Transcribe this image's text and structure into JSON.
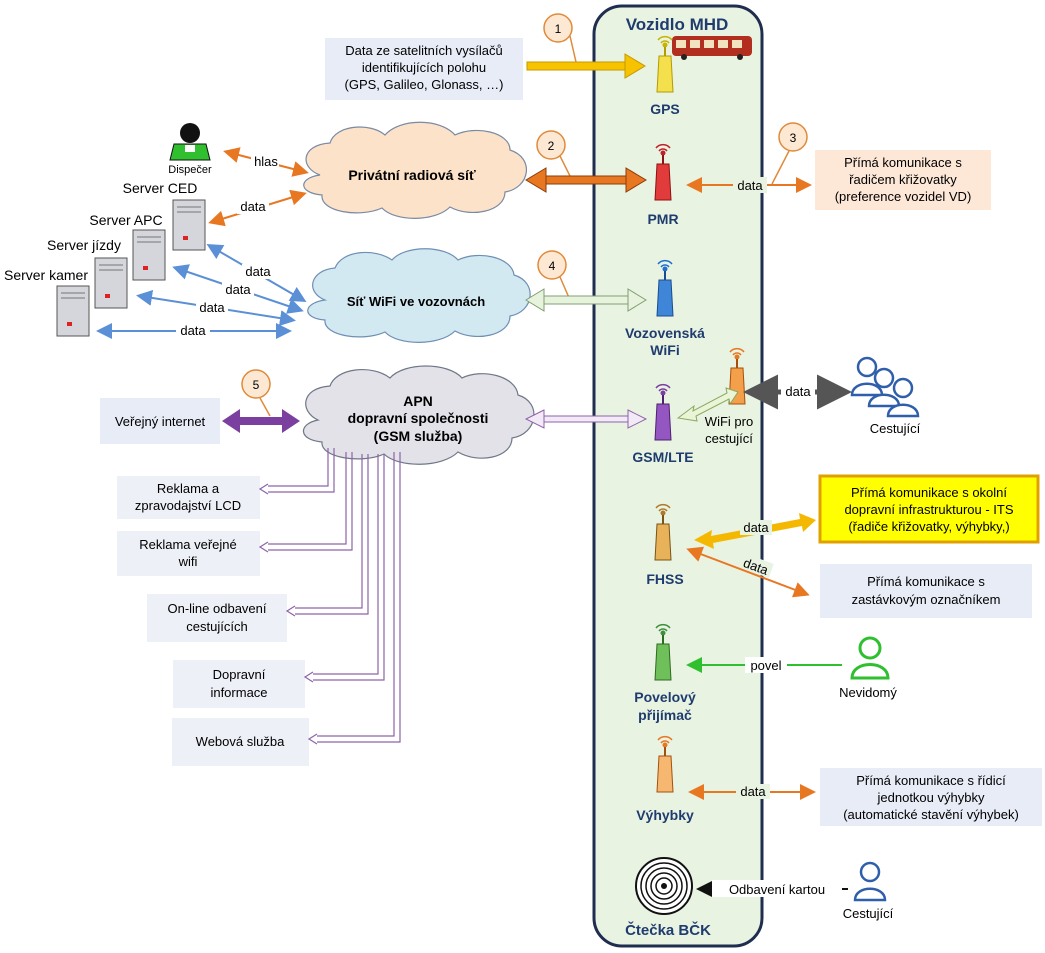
{
  "vehicle": {
    "title": "Vozidlo MHD"
  },
  "badges": [
    "1",
    "2",
    "3",
    "4",
    "5"
  ],
  "antennas": {
    "gps": "GPS",
    "pmr": "PMR",
    "wifi_line1": "Vozovenská",
    "wifi_line2": "WiFi",
    "gsm": "GSM/LTE",
    "fhss": "FHSS",
    "povel_line1": "Povelový",
    "povel_line2": "přijímač",
    "vyhybky": "Výhybky",
    "bck": "Čtečka BČK",
    "wifi_pass_line1": "WiFi pro",
    "wifi_pass_line2": "cestující"
  },
  "satellite_box": [
    "Data ze satelitních vysílačů",
    "identifikujících polohu",
    "(GPS, Galileo, Glonass, …)"
  ],
  "box3": [
    "Přímá komunikace s",
    "řadičem křižovatky",
    "(preference vozidel VD)"
  ],
  "its_box": [
    "Přímá komunikace s okolní",
    "dopravní infrastrukturou - ITS",
    "(řadiče křižovatky, výhybky,)"
  ],
  "stop_box": [
    "Přímá komunikace s",
    "zastávkovým označníkem"
  ],
  "switch_box": [
    "Přímá komunikace s řídicí",
    "jednotkou výhybky",
    "(automatické stavění výhybek)"
  ],
  "clouds": {
    "radio": "Privátní radiová síť",
    "wifi": "Síť WiFi ve vozovnách",
    "apn": [
      "APN",
      "dopravní společnosti",
      "(GSM služba)"
    ]
  },
  "servers": {
    "ced": "Server CED",
    "apc": "Server APC",
    "jizdy": "Server jízdy",
    "kamer": "Server kamer"
  },
  "people": {
    "dispecer": "Dispečer",
    "cestujici1": "Cestující",
    "nevidomy": "Nevidomý",
    "cestujici2": "Cestující"
  },
  "labels": {
    "hlas": "hlas",
    "data": "data",
    "povel": "povel",
    "odbaveni": "Odbavení kartou"
  },
  "services": {
    "internet": "Veřejný internet",
    "reklama_lcd": [
      "Reklama a",
      "zpravodajství LCD"
    ],
    "reklama_wifi": [
      "Reklama veřejné",
      "wifi"
    ],
    "online": [
      "On-line odbavení",
      "cestujících"
    ],
    "dopravni": [
      "Dopravní",
      "informace"
    ],
    "web": "Webová služba"
  },
  "colors": {
    "vehicle_fill": "#e9f3e2",
    "vehicle_stroke": "#1f2d4f",
    "orange": "#e87722",
    "blue": "#5b8fd6",
    "purple": "#7b3fa0",
    "green": "#2fbf2f",
    "gray": "#555555",
    "its_fill": "#ffff00"
  }
}
